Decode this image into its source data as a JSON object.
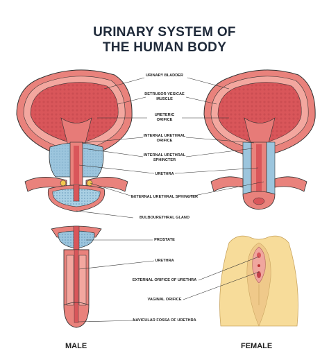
{
  "title_line1": "URINARY SYSTEM OF",
  "title_line2": "THE HUMAN BODY",
  "labels": {
    "urinary_bladder": "URINARY BLADDER",
    "detrusor_l1": "DETRUSOR VESICAE",
    "detrusor_l2": "MUSCLE",
    "ureteric_l1": "URETERIC",
    "ureteric_l2": "ORIFICE",
    "internal_orifice_l1": "INTERNAL URETHRAL",
    "internal_orifice_l2": "ORIFICE",
    "internal_sphincter_l1": "INTERNAL URETHRAL",
    "internal_sphincter_l2": "SPHINCTER",
    "urethra_top": "URETHRA",
    "external_sphincter": "EXTERNAL URETHRAL SPHINCTER",
    "bulbourethral": "BULBOURETHRAL GLAND",
    "prostate": "PROSTATE",
    "urethra_bottom": "URETHRA",
    "external_orifice": "EXTERNAL ORIFICE OF URETHRA",
    "vaginal_orifice": "VAGINAL ORIFICE",
    "navicular": "NAVICULAR FOSSA OF URETHRA"
  },
  "captions": {
    "male": "MALE",
    "female": "FEMALE"
  },
  "colors": {
    "bladder_wall": "#e9827c",
    "bladder_inner": "#d9565a",
    "tissue_pink": "#f2b3ad",
    "sphincter_blue": "#9cc5dd",
    "gland_blue": "#a9cfe3",
    "skin": "#f7dc9a",
    "outline": "#333333"
  }
}
